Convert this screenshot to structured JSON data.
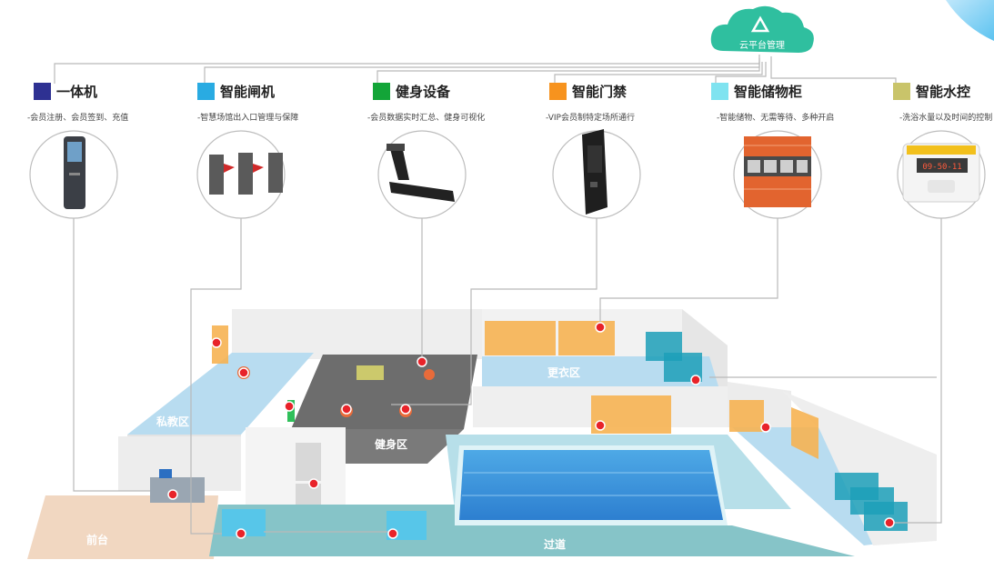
{
  "cloud": {
    "label": "云平台管理",
    "color": "#2fbf9f",
    "icon": "cloud-logo-icon"
  },
  "devices": [
    {
      "title": "一体机",
      "desc": "-会员注册、会员签到、充值",
      "color": "#2e3192",
      "icon": "kiosk-icon"
    },
    {
      "title": "智能闸机",
      "desc": "-智慧场馆出入口管理与保障",
      "color": "#29abe2",
      "icon": "turnstile-gate-icon"
    },
    {
      "title": "健身设备",
      "desc": "-会员数据实时汇总、健身可视化",
      "color": "#13a538",
      "icon": "treadmill-icon"
    },
    {
      "title": "智能门禁",
      "desc": "-VIP会员制特定场所通行",
      "color": "#f7931e",
      "icon": "access-terminal-icon"
    },
    {
      "title": "智能储物柜",
      "desc": "-智能储物、无需等待、多种开启",
      "color": "#7fe3f0",
      "icon": "locker-icon"
    },
    {
      "title": "智能水控",
      "desc": "-洗浴水量以及时间的控制",
      "color": "#c9c46a",
      "icon": "water-meter-icon"
    }
  ],
  "zones": {
    "private_class": "私教区",
    "fitness": "健身区",
    "locker_room": "更衣区",
    "front_desk": "前台",
    "corridor": "过道"
  },
  "water_meter_display": "09-50-11"
}
